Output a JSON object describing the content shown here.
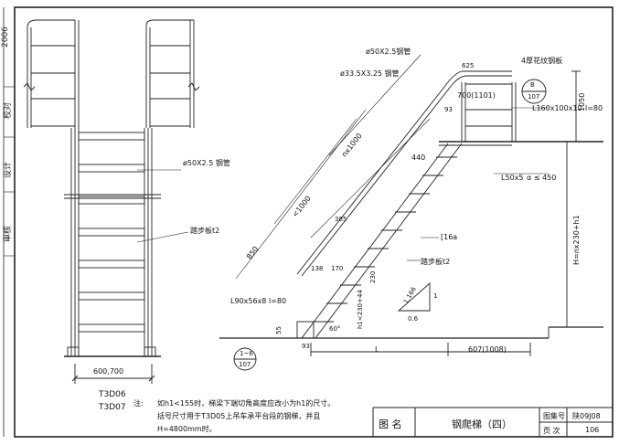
{
  "left_view": {
    "pipe_label": "ø50X2.5 钢管",
    "tread_label": "踏步板t2",
    "width_dim": "600,700",
    "codes": [
      "T3D06",
      "T3D07"
    ]
  },
  "elevation": {
    "top_pipe": "ø50X2.5钢管",
    "handrail_pipe": "ø33.5X3.25 钢管",
    "dim_nx1000": "nx1000",
    "dim_1000": "<1000",
    "dim_850": "850",
    "dim_440": "440",
    "dim_385": "385",
    "dim_700": "700(1101)",
    "dim_93_top": "93",
    "dim_625": "625",
    "checker_plate": "4厚花纹钢板",
    "detail_b_letter": "B",
    "detail_b_num": "107",
    "angle_top": "L160x100x10",
    "l80_top": "l=80",
    "dim_1050": "1050",
    "angle_50": "L50x5",
    "angle_limit": "α ≤ 450",
    "channel": "[16a",
    "tread_label": "踏步板t2",
    "dim_138": "138",
    "dim_170": "170",
    "dim_230": "230",
    "h1_dim": "h1<230+44",
    "slope_1": "1.166",
    "slope_top": "1",
    "slope_06": "0.6",
    "angle_bottom": "L90x56x8",
    "l80_bottom": "l=80",
    "dim_55": "55",
    "dim_93_bot": "93",
    "angle_deg": "60°",
    "dim_L": "L",
    "dim_607": "607(1008)",
    "height_label": "H=nx230+h1",
    "detail_a_top": "1~6",
    "detail_a_num": "107"
  },
  "notes": {
    "prefix": "注:",
    "lines": [
      "如h1<155时，梯梁下端切角高度应改小为h1的尺寸。",
      "括号尺寸用于T3D05上吊车承平台段的钢梯，并且",
      "H=4800mm时。"
    ]
  },
  "title_block": {
    "name_label": "图  名",
    "title": "钢爬梯（四）",
    "atlas_label": "图集号",
    "atlas_value": "陕09J08",
    "page_label": "页 次",
    "page_value": "106"
  },
  "margin_strip": [
    "2006",
    "校对",
    "设计",
    "审核"
  ]
}
